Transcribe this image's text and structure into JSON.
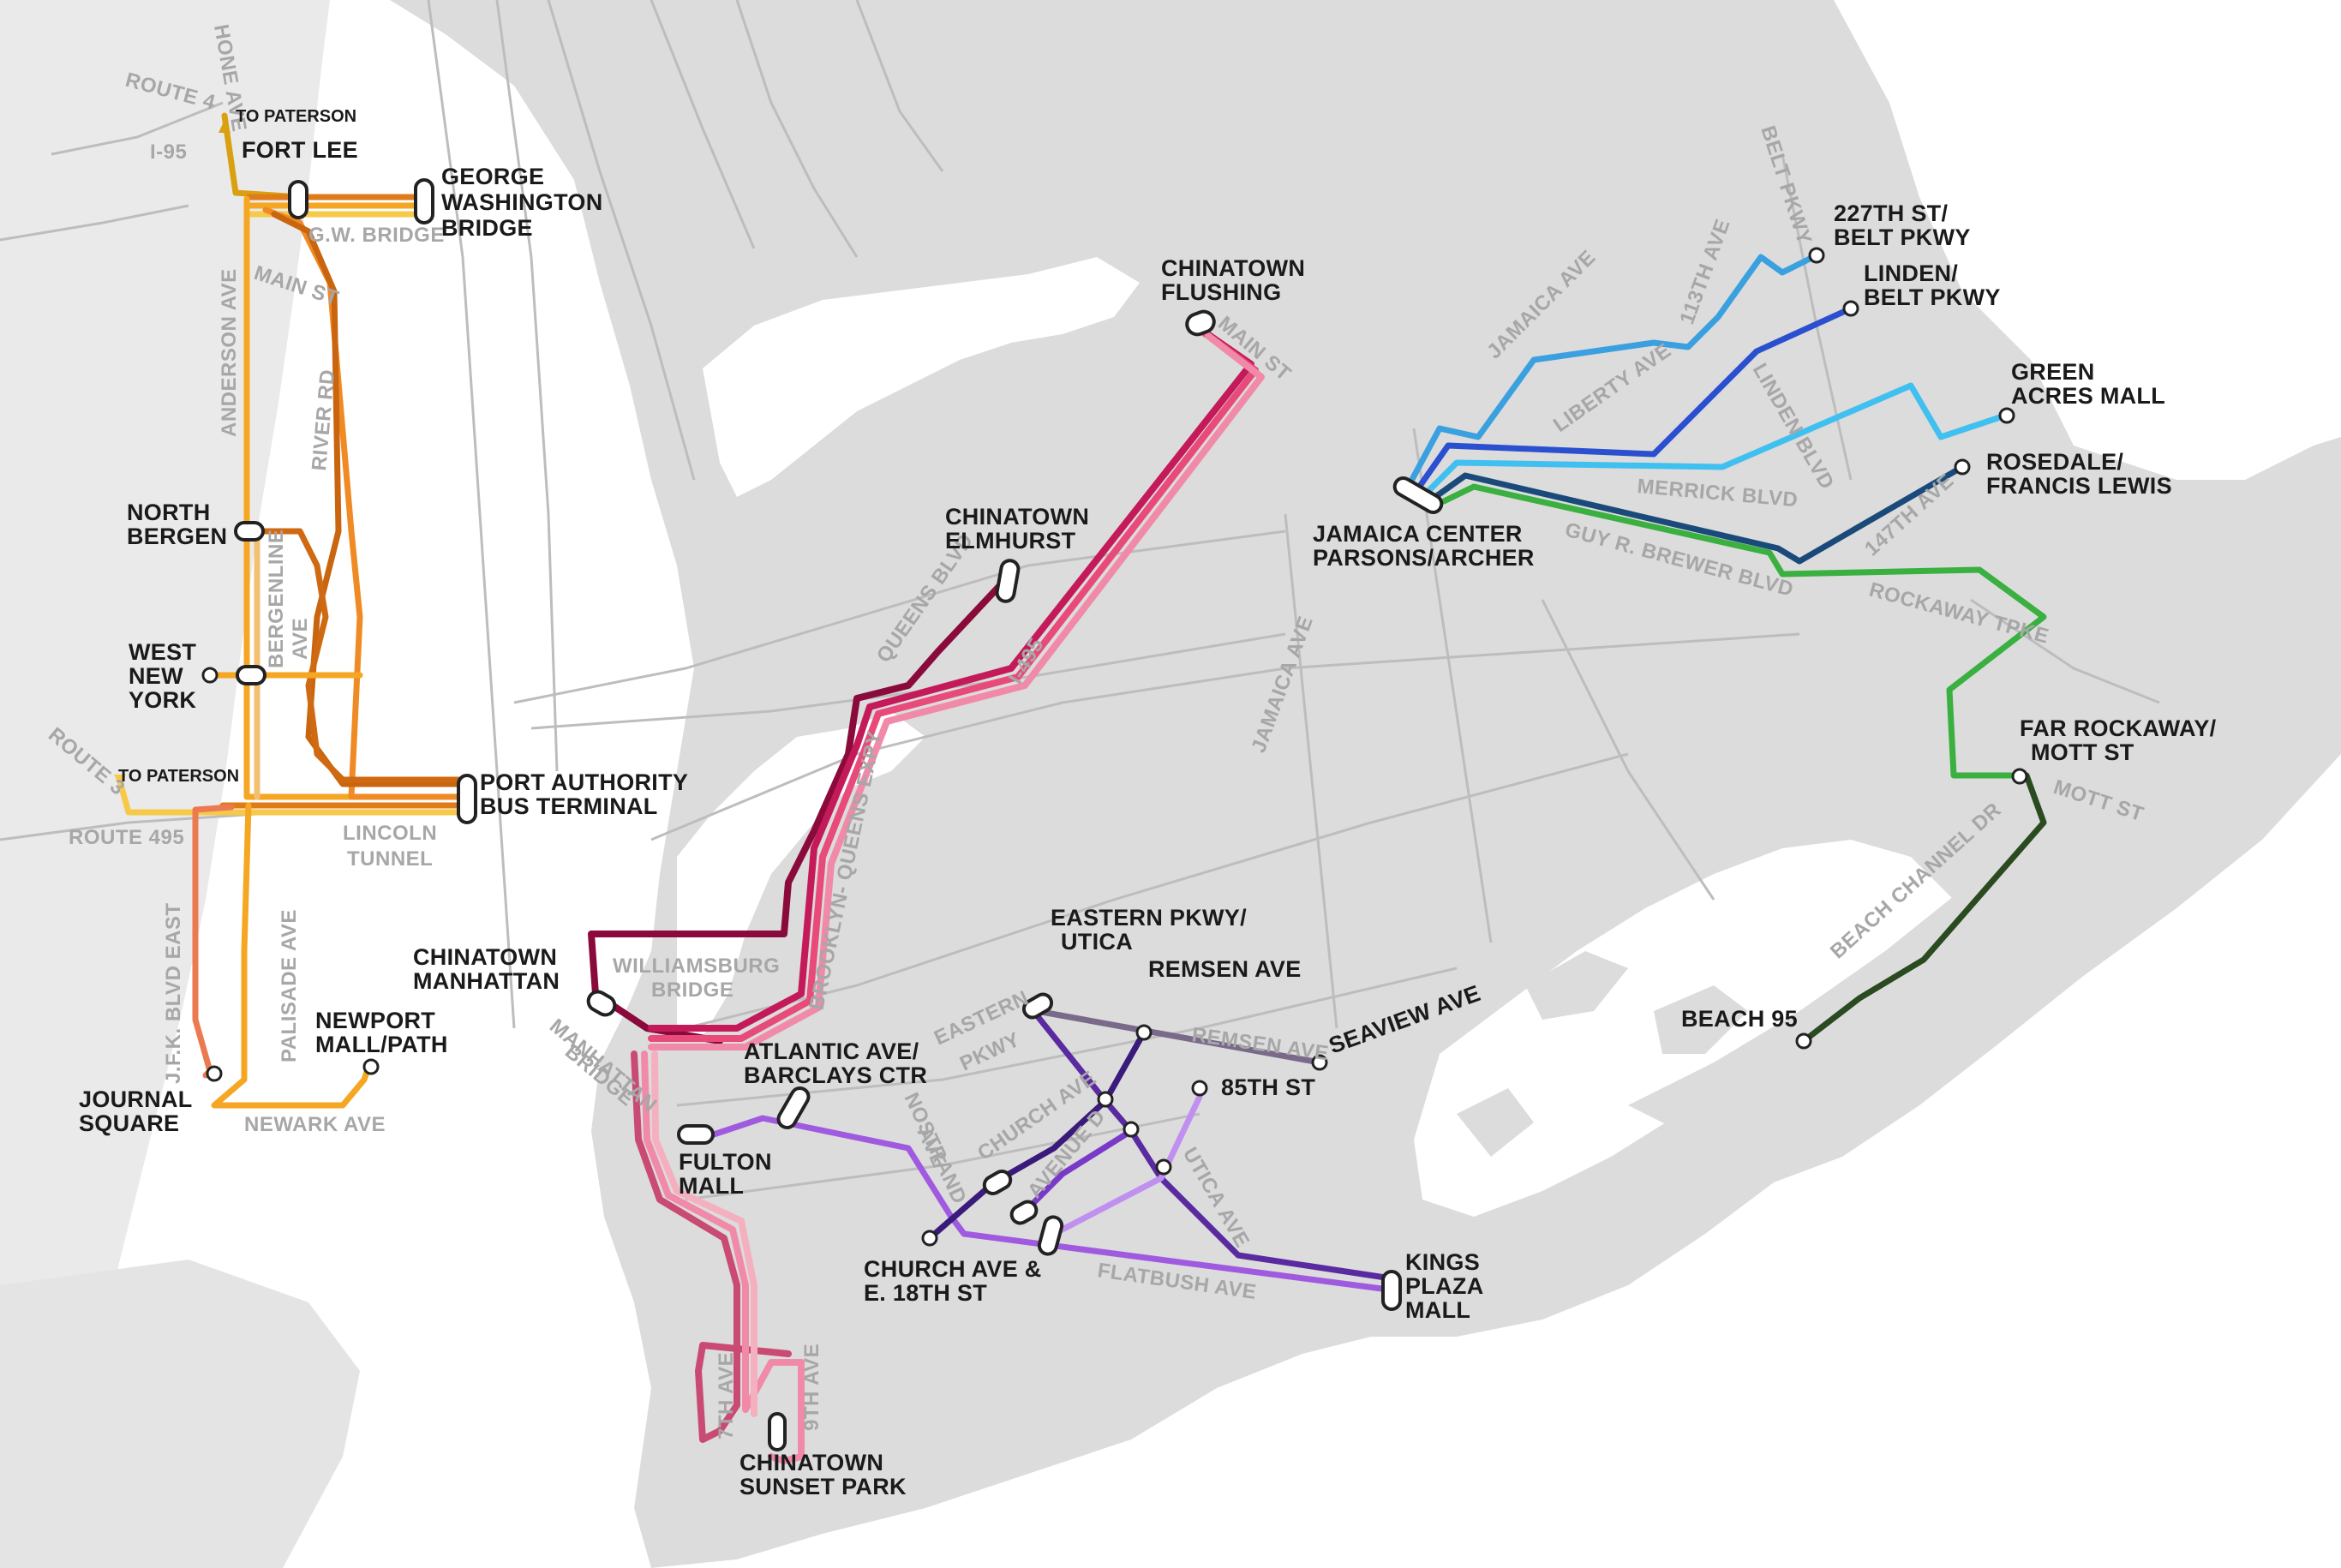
{
  "colors": {
    "water": "#ffffff",
    "land_nj": "#eaeaea",
    "land_ny": "#dcdcdc",
    "road": "#bdbdbd",
    "nj_routes": [
      "#f7c948",
      "#f5a623",
      "#f08a24",
      "#e07b1a",
      "#c9650f",
      "#d9a011",
      "#f2a45a",
      "#ec7a50"
    ],
    "chinatown_routes": [
      "#8b0a3c",
      "#c41a5a",
      "#e84a7a",
      "#f08aa8",
      "#f5b0c0"
    ],
    "brooklyn_routes": [
      "#3a1a7a",
      "#5a2aa0",
      "#7a3ac8",
      "#a05ae0",
      "#c090f0",
      "#7a6a8a"
    ],
    "queens_routes": [
      "#3aa0e0",
      "#2a50d0",
      "#40c0f0",
      "#1a4a7a",
      "#3ab040",
      "#2a4a20"
    ]
  },
  "stations": {
    "fort_lee": "FORT LEE",
    "gwb_1": "GEORGE",
    "gwb_2": "WASHINGTON",
    "gwb_3": "BRIDGE",
    "north_bergen_1": "NORTH",
    "north_bergen_2": "BERGEN",
    "west_ny_1": "WEST",
    "west_ny_2": "NEW",
    "west_ny_3": "YORK",
    "pabt_1": "PORT AUTHORITY",
    "pabt_2": "BUS TERMINAL",
    "journal_1": "JOURNAL",
    "journal_2": "SQUARE",
    "newport_1": "NEWPORT",
    "newport_2": "MALL/PATH",
    "ct_flushing_1": "CHINATOWN",
    "ct_flushing_2": "FLUSHING",
    "ct_elmhurst_1": "CHINATOWN",
    "ct_elmhurst_2": "ELMHURST",
    "ct_manhattan_1": "CHINATOWN",
    "ct_manhattan_2": "MANHATTAN",
    "ct_sunset_1": "CHINATOWN",
    "ct_sunset_2": "SUNSET PARK",
    "atlantic_1": "ATLANTIC AVE/",
    "atlantic_2": "BARCLAYS CTR",
    "fulton_1": "FULTON",
    "fulton_2": "MALL",
    "eastern_1": "EASTERN PKWY/",
    "eastern_2": "UTICA",
    "remsen": "REMSEN AVE",
    "seaview": "SEAVIEW AVE",
    "st85": "85TH ST",
    "church_1": "CHURCH AVE &",
    "church_2": "E. 18TH ST",
    "kings_1": "KINGS",
    "kings_2": "PLAZA",
    "kings_3": "MALL",
    "jamaica_1": "JAMAICA CENTER",
    "jamaica_2": "PARSONS/ARCHER",
    "st227_1": "227TH ST/",
    "st227_2": "BELT PKWY",
    "linden_1": "LINDEN/",
    "linden_2": "BELT PKWY",
    "green_1": "GREEN",
    "green_2": "ACRES MALL",
    "rosedale_1": "ROSEDALE/",
    "rosedale_2": "FRANCIS LEWIS",
    "far_rock_1": "FAR ROCKAWAY/",
    "far_rock_2": "MOTT ST",
    "beach95": "BEACH 95"
  },
  "destinations": {
    "paterson_north": "TO PATERSON",
    "paterson_south": "TO PATERSON"
  },
  "streets": {
    "route4": "ROUTE 4",
    "i95": "I-95",
    "gw_bridge": "G.W. BRIDGE",
    "main_st_nj": "MAIN ST",
    "anderson_ave": "ANDERSON AVE",
    "river_rd": "RIVER RD",
    "bergenline_1": "BERGENLINE",
    "bergenline_2": "AVE",
    "route3": "ROUTE 3",
    "route495": "ROUTE 495",
    "lincoln_1": "LINCOLN",
    "lincoln_2": "TUNNEL",
    "jfk_blvd": "J.F.K. BLVD EAST",
    "palisade_ave": "PALISADE AVE",
    "newark_ave": "NEWARK AVE",
    "hone_ave": "HONE AVE",
    "main_st_ny": "MAIN ST",
    "queens_blvd": "QUEENS BLVD",
    "i495": "I-495",
    "bqe": "BROOKLYN-  QUEENS EXPY",
    "williamsburg_1": "WILLIAMSBURG",
    "williamsburg_2": "BRIDGE",
    "manhattan_br_1": "MANHATTAN",
    "manhattan_br_2": "BRIDGE",
    "eastern_pkwy_1": "EASTERN",
    "eastern_pkwy_2": "PKWY",
    "nostrand_1": "NOSTRAND",
    "nostrand_2": "AVE",
    "church_ave": "CHURCH AVE",
    "avenue_d": "AVENUE D",
    "utica_ave": "UTICA AVE",
    "remsen_ave": "REMSEN AVE",
    "flatbush_ave": "FLATBUSH AVE",
    "seventh_ave": "7TH AVE",
    "ninth_ave": "9TH AVE",
    "jamaica_ave_1": "JAMAICA AVE",
    "jamaica_ave_2": "JAMAICA AVE",
    "liberty_ave": "LIBERTY AVE",
    "ave113": "113TH AVE",
    "belt_pkwy": "BELT PKWY",
    "linden_blvd": "LINDEN BLVD",
    "merrick_blvd": "MERRICK  BLVD",
    "guy_brewer": "GUY R. BREWER BLVD",
    "ave147": "147TH AVE",
    "rockaway_tpke": "ROCKAWAY  TPKE",
    "mott_st": "MOTT ST",
    "beach_channel": "BEACH CHANNEL DR"
  }
}
